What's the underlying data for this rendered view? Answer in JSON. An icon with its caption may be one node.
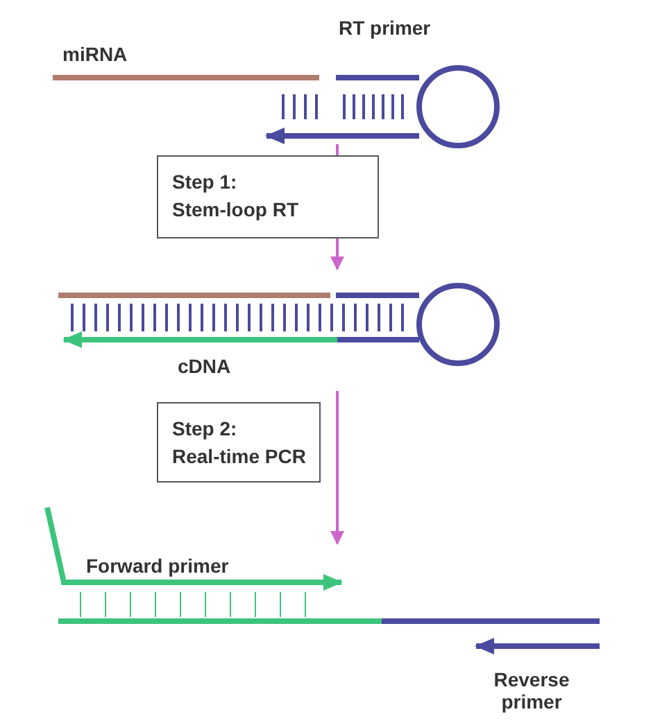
{
  "diagram": {
    "nodes": [
      {
        "text": [
          "Step 1:",
          "Stem-loop RT"
        ]
      },
      {
        "text": [
          "Step 2:",
          "Real-time PCR"
        ]
      }
    ],
    "edges": [],
    "labels": [
      "miRNA",
      "RT primer",
      "cDNA",
      "Forward primer",
      "Reverse primer"
    ]
  }
}
